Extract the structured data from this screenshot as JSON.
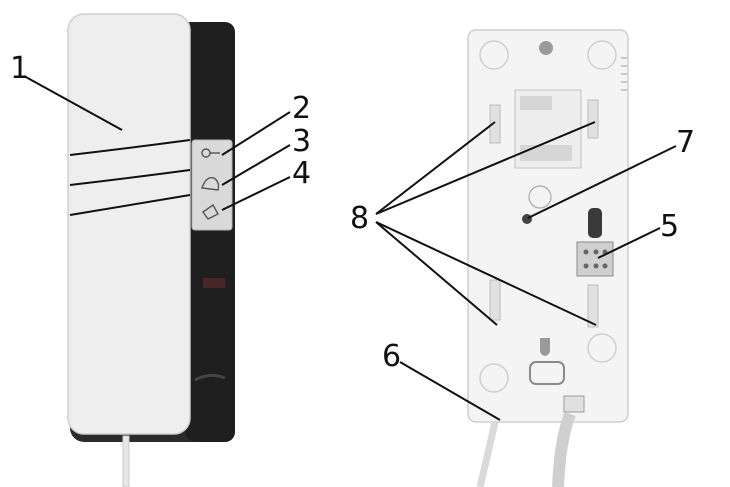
{
  "figure": {
    "callouts": [
      {
        "id": "1",
        "label": "1"
      },
      {
        "id": "2",
        "label": "2"
      },
      {
        "id": "3",
        "label": "3"
      },
      {
        "id": "4",
        "label": "4"
      },
      {
        "id": "5",
        "label": "5"
      },
      {
        "id": "6",
        "label": "6"
      },
      {
        "id": "7",
        "label": "7"
      },
      {
        "id": "8",
        "label": "8"
      }
    ],
    "colors": {
      "handset": "#eeeeee",
      "body_dark": "#2b2b2b",
      "back_plate": "#f4f4f4",
      "line": "#111111"
    }
  }
}
